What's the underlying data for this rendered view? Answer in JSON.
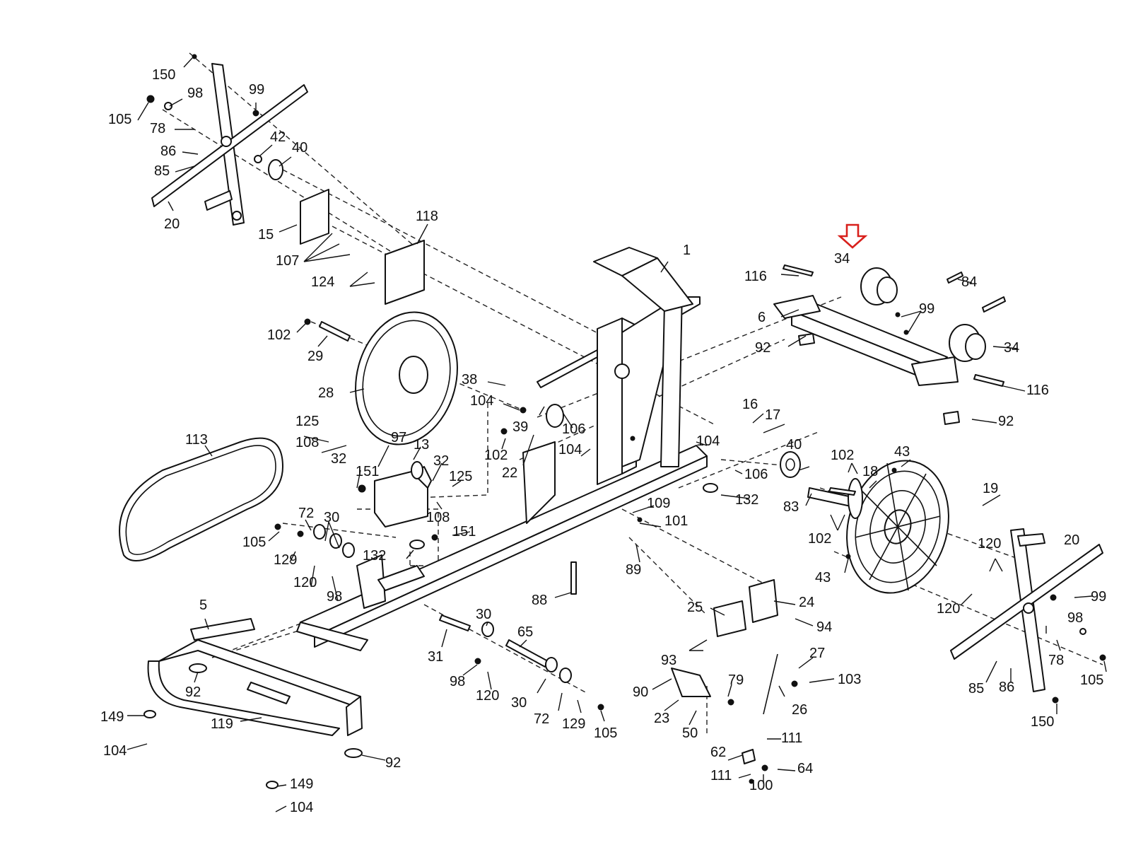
{
  "highlight": {
    "color": "#d8201c",
    "marker": "down-arrow-icon",
    "target_label": "34"
  },
  "labels": {
    "l150a": "150",
    "l98a": "98",
    "l99a": "99",
    "l105a": "105",
    "l78a": "78",
    "l42": "42",
    "l40a": "40",
    "l86a": "86",
    "l85a": "85",
    "l20a": "20",
    "l15": "15",
    "l107": "107",
    "l118": "118",
    "l124": "124",
    "l1": "1",
    "l102a": "102",
    "l29": "29",
    "l28": "28",
    "l38": "38",
    "l104a": "104",
    "l39": "39",
    "l106a": "106",
    "l102b": "102",
    "l22": "22",
    "l125a": "125",
    "l108a": "108",
    "l97": "97",
    "l13": "13",
    "l32a": "32",
    "l32b": "32",
    "l125b": "125",
    "l151a": "151",
    "l108b": "108",
    "l151b": "151",
    "l113": "113",
    "l72a": "72",
    "l30a": "30",
    "l105b": "105",
    "l129a": "129",
    "l132a": "132",
    "l120a": "120",
    "l98b": "98",
    "l104b": "104",
    "l104c": "104",
    "l106b": "106",
    "l132b": "132",
    "l109": "109",
    "l101": "101",
    "l89": "89",
    "l88": "88",
    "l16": "16",
    "l17": "17",
    "l116a": "116",
    "l34a": "34",
    "l84": "84",
    "l6": "6",
    "l99b": "99",
    "l92a": "92",
    "l34b": "34",
    "l116b": "116",
    "l92b": "92",
    "l40b": "40",
    "l102c": "102",
    "l18": "18",
    "l43a": "43",
    "l19": "19",
    "l83": "83",
    "l102d": "102",
    "l43b": "43",
    "l120b": "120",
    "l20b": "20",
    "l99c": "99",
    "l120c": "120",
    "l98c": "98",
    "l78b": "78",
    "l85b": "85",
    "l86b": "86",
    "l105c": "105",
    "l150b": "150",
    "l5": "5",
    "l92c": "92",
    "l119": "119",
    "l149a": "149",
    "l104d": "104",
    "l92d": "92",
    "l149b": "149",
    "l104e": "104",
    "l30b": "30",
    "l31": "31",
    "l65": "65",
    "l98d": "98",
    "l120d": "120",
    "l30c": "30",
    "l72b": "72",
    "l129b": "129",
    "l105d": "105",
    "l25": "25",
    "l24": "24",
    "l94": "94",
    "l93": "93",
    "l27": "27",
    "l103": "103",
    "l90": "90",
    "l79": "79",
    "l26": "26",
    "l23": "23",
    "l50": "50",
    "l111a": "111",
    "l62": "62",
    "l64": "64",
    "l111b": "111",
    "l100": "100"
  }
}
